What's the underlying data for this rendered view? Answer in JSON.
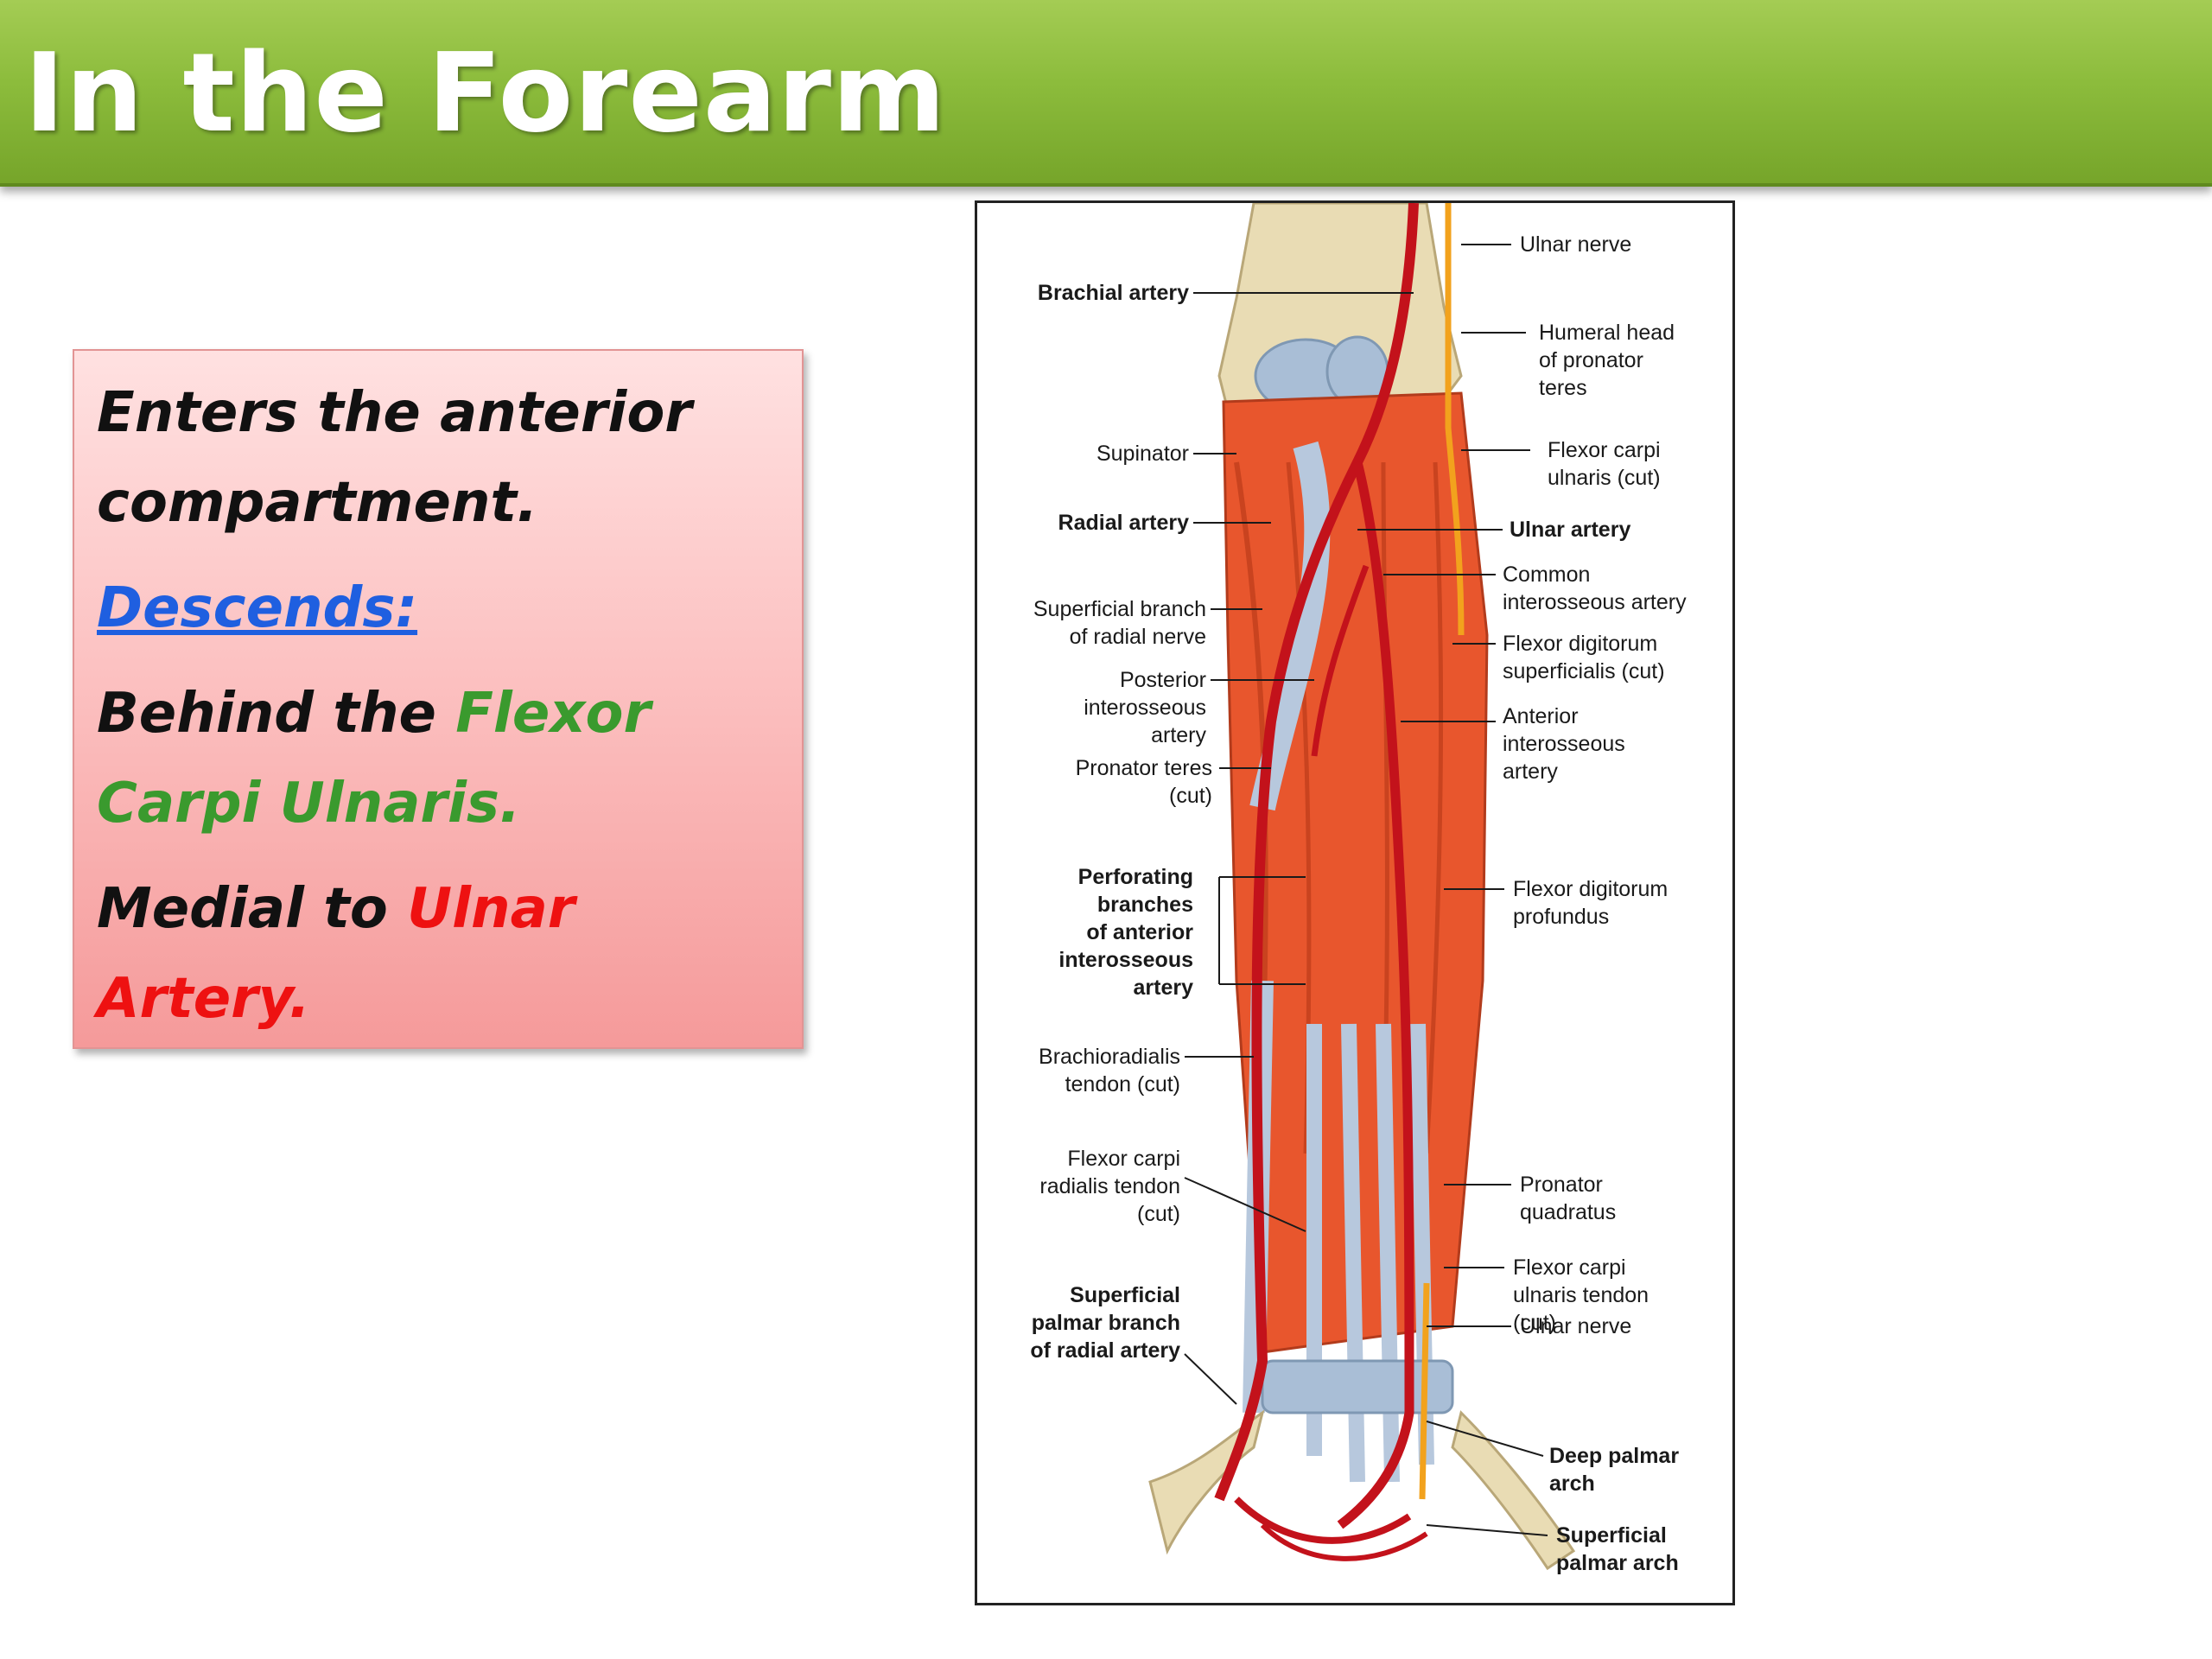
{
  "slide": {
    "title": "In the Forearm"
  },
  "info_box": {
    "line1": "Enters the anterior compartment.",
    "descends": "Descends:",
    "behind_prefix": "Behind the ",
    "behind_highlight": "Flexor Carpi Ulnaris.",
    "medial_prefix": "Medial to ",
    "medial_highlight": "Ulnar Artery."
  },
  "figure": {
    "labels": {
      "ulnar_nerve_top": "Ulnar nerve",
      "brachial_artery": "Brachial artery",
      "humeral_head": "Humeral head\nof pronator\nteres",
      "supinator": "Supinator",
      "flexor_carpi_ulnaris_cut": "Flexor carpi\nulnaris (cut)",
      "radial_artery": "Radial artery",
      "ulnar_artery": "Ulnar artery",
      "common_interosseous": "Common\ninterosseous artery",
      "superficial_branch_radial_nerve": "Superficial branch\nof radial nerve",
      "fds_cut": "Flexor digitorum\nsuperficialis (cut)",
      "posterior_interosseous": "Posterior\ninterosseous\nartery",
      "anterior_interosseous": "Anterior\ninterosseous\nartery",
      "pronator_teres_cut": "Pronator teres\n(cut)",
      "perforating_branches": "Perforating\nbranches\nof anterior\ninterosseous\nartery",
      "fdp": "Flexor digitorum\nprofundus",
      "brachioradialis_tendon": "Brachioradialis\ntendon (cut)",
      "flexor_carpi_radialis_tendon": "Flexor carpi\nradialis tendon\n(cut)",
      "pronator_quadratus": "Pronator\nquadratus",
      "fcu_tendon": "Flexor carpi\nulnaris tendon\n(cut)",
      "superficial_palmar_branch": "Superficial\npalmar branch\nof radial artery",
      "ulnar_nerve_bottom": "Ulnar nerve",
      "deep_palmar_arch": "Deep palmar\narch",
      "superficial_palmar_arch": "Superficial\npalmar arch"
    }
  },
  "colors": {
    "title_bar": "#8cbc3c",
    "box_top": "#ffe1e1",
    "box_bottom": "#f59a9a",
    "link_blue": "#1f5fe0",
    "muscle_green": "#3a9a2e",
    "artery_red": "#ee1111"
  }
}
